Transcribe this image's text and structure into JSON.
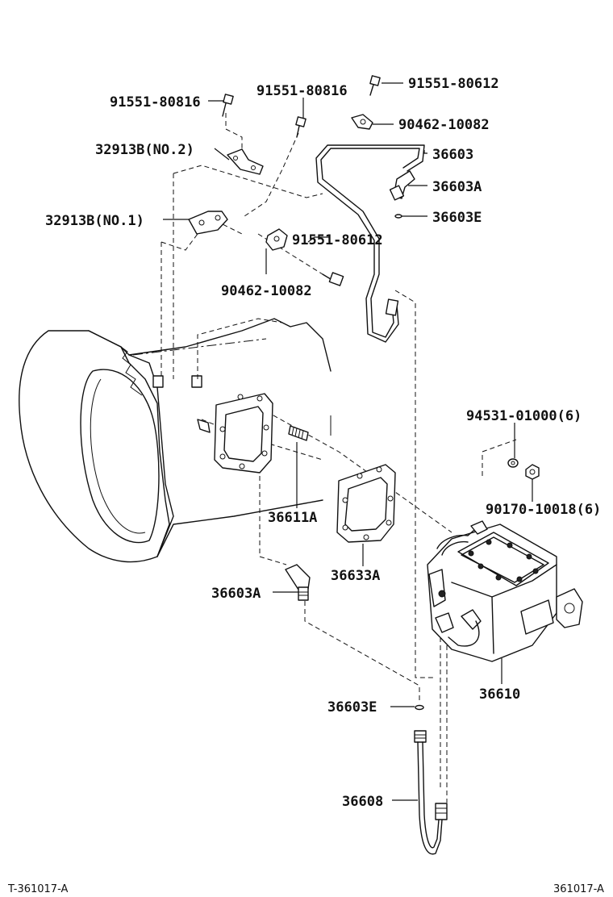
{
  "diagram": {
    "labels": {
      "bolt_left": "91551-80816",
      "bolt_mid": "91551-80816",
      "bolt_top": "91551-80612",
      "clamp_top": "90462-10082",
      "tube_main": "36603",
      "union_upper": "36603A",
      "gasket_upper": "36603E",
      "bracket_no2": "32913B(NO.2)",
      "bracket_no1": "32913B(NO.1)",
      "bolt_lower": "91551-80612",
      "clamp_lower": "90462-10082",
      "washer": "94531-01000(6)",
      "nut": "90170-10018(6)",
      "stud": "36611A",
      "gasket_pto": "36633A",
      "union_lower": "36603A",
      "pto_assy": "36610",
      "gasket_lower": "36603E",
      "hose": "36608"
    },
    "footer": {
      "left_code": "T-361017-A",
      "right_code": "361017-A"
    }
  }
}
